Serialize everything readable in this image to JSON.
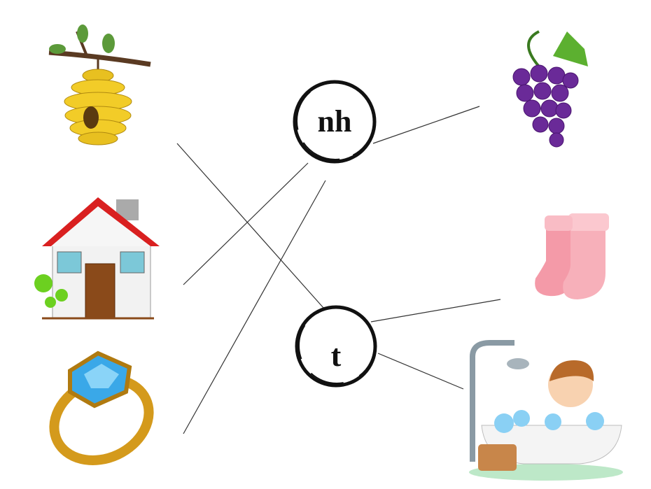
{
  "nodes": [
    {
      "id": "nh",
      "label": "nh"
    },
    {
      "id": "t",
      "label": "t"
    }
  ],
  "pictures_left": [
    "beehive",
    "house",
    "ring"
  ],
  "pictures_right": [
    "grapes",
    "socks",
    "bath"
  ],
  "connections": [
    {
      "from": "beehive",
      "to": "t"
    },
    {
      "from": "house",
      "to": "nh"
    },
    {
      "from": "ring",
      "to": "nh"
    },
    {
      "from": "nh",
      "to": "grapes"
    },
    {
      "from": "t",
      "to": "socks"
    },
    {
      "from": "t",
      "to": "bath"
    }
  ],
  "colors": {
    "line": "#333333",
    "circle": "#111111"
  }
}
